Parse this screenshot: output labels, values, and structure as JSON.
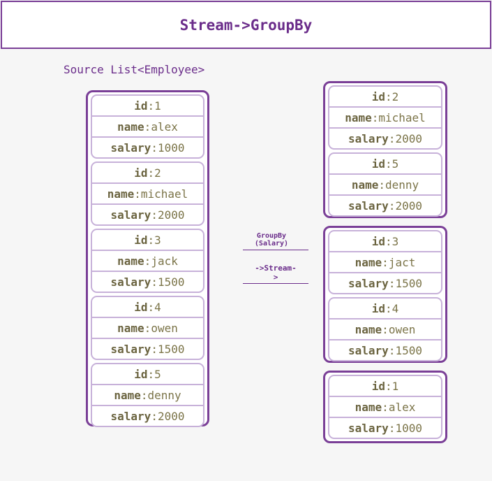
{
  "title": "Stream->GroupBy",
  "source_label": "Source List<Employee>",
  "sep": ":",
  "source": [
    {
      "id": "1",
      "name": "alex",
      "salary": "1000"
    },
    {
      "id": "2",
      "name": "michael",
      "salary": "2000"
    },
    {
      "id": "3",
      "name": "jack",
      "salary": "1500"
    },
    {
      "id": "4",
      "name": "owen",
      "salary": "1500"
    },
    {
      "id": "5",
      "name": "denny",
      "salary": "2000"
    }
  ],
  "groups": [
    [
      {
        "id": "2",
        "name": "michael",
        "salary": "2000"
      },
      {
        "id": "5",
        "name": "denny",
        "salary": "2000"
      }
    ],
    [
      {
        "id": "3",
        "name": "jact",
        "salary": "1500"
      },
      {
        "id": "4",
        "name": "owen",
        "salary": "1500"
      }
    ],
    [
      {
        "id": "1",
        "name": "alex",
        "salary": "1000"
      }
    ]
  ],
  "arrow": {
    "line1": "GroupBy",
    "line2": "(Salary)",
    "line3": "->Stream-",
    "line4": ">"
  },
  "colors": {
    "accent": "#7a3f97",
    "card_border": "#c7b1d9",
    "text": "#7b7448"
  }
}
